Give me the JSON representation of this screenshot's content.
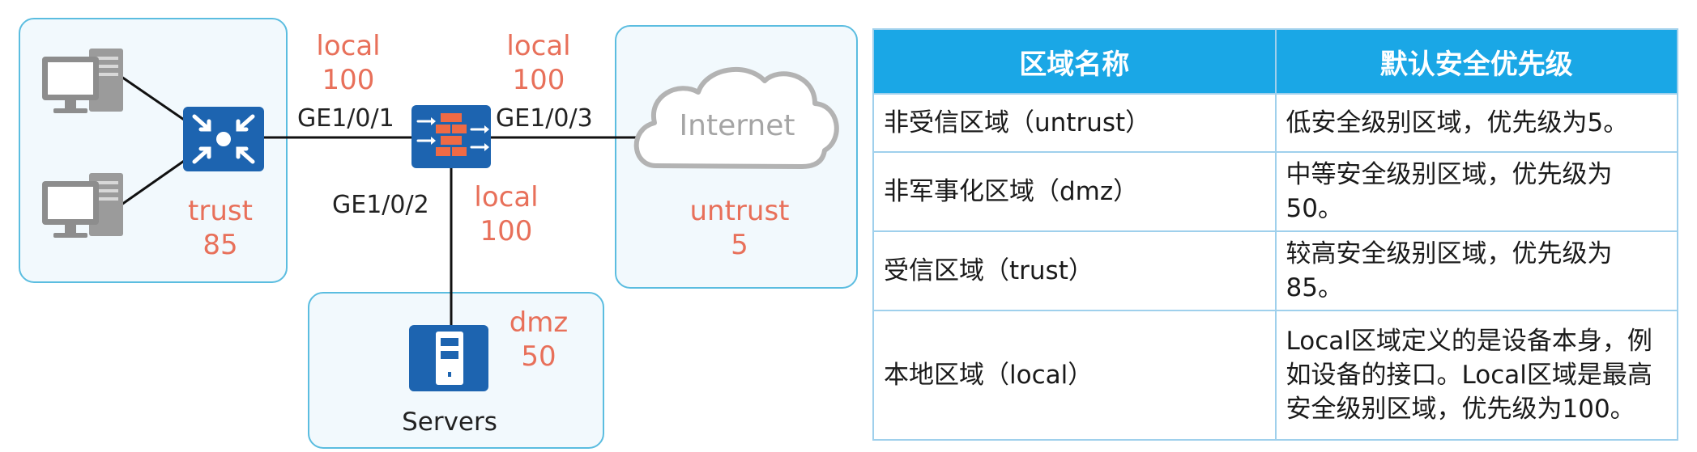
{
  "zones": {
    "trust": {
      "name": "trust",
      "priority": "85"
    },
    "untrust": {
      "name": "untrust",
      "priority": "5"
    },
    "dmz": {
      "name": "dmz",
      "priority": "50"
    },
    "local_left": {
      "name": "local",
      "priority": "100"
    },
    "local_right": {
      "name": "local",
      "priority": "100"
    },
    "local_bottom": {
      "name": "local",
      "priority": "100"
    }
  },
  "interfaces": {
    "ge1": "GE1/0/1",
    "ge2": "GE1/0/2",
    "ge3": "GE1/0/3"
  },
  "cloud_label": "Internet",
  "servers_label": "Servers",
  "icons": {
    "pc": "desktop-pc-icon",
    "switch": "switch-icon",
    "firewall": "firewall-icon",
    "server": "server-icon",
    "cloud": "cloud-icon"
  },
  "colors": {
    "zone_border": "#5bbde0",
    "zone_fill": "#f2f9fd",
    "zone_text": "#e8705a",
    "device_blue": "#1d64b0",
    "table_header": "#1aa7e6"
  },
  "table": {
    "headers": [
      "区域名称",
      "默认安全优先级"
    ],
    "rows": [
      [
        "非受信区域（untrust）",
        "低安全级别区域，优先级为5。"
      ],
      [
        "非军事化区域（dmz）",
        "中等安全级别区域，优先级为50。"
      ],
      [
        "受信区域（trust）",
        "较高安全级别区域，优先级为85。"
      ],
      [
        "本地区域（local）",
        "Local区域定义的是设备本身，例如设备的接口。Local区域是最高安全级别区域，优先级为100。"
      ]
    ]
  }
}
